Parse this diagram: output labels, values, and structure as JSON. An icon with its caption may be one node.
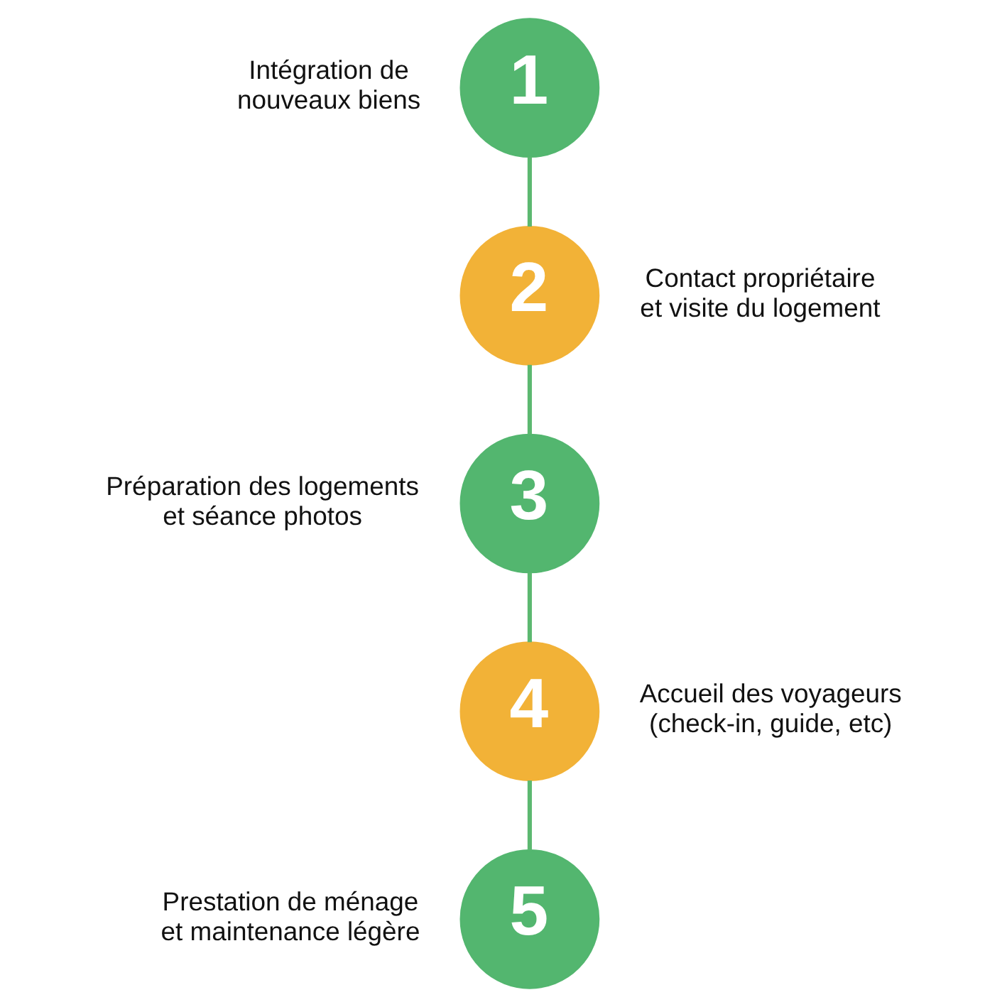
{
  "diagram": {
    "nodes": [
      {
        "text": [
          "1"
        ],
        "beside": [
          "Intégration de nouveaux biens"
        ]
      },
      {
        "text": [
          "2"
        ],
        "beside": [
          "Contact propriétaire et visite du logement"
        ]
      },
      {
        "text": [
          "3"
        ],
        "beside": [
          "Préparation des logements et séance photos"
        ]
      },
      {
        "text": [
          "4"
        ],
        "beside": [
          "Accueil des voyageurs (check-in, guide, etc)"
        ]
      },
      {
        "text": [
          "5"
        ],
        "beside": [
          "Prestation de ménage et maintenance légère"
        ]
      }
    ],
    "edges": [
      {
        "from": 0,
        "to": 1,
        "arrow": "none"
      },
      {
        "from": 1,
        "to": 2,
        "arrow": "none"
      },
      {
        "from": 2,
        "to": 3,
        "arrow": "none"
      },
      {
        "from": 3,
        "to": 4,
        "arrow": "none"
      }
    ]
  }
}
